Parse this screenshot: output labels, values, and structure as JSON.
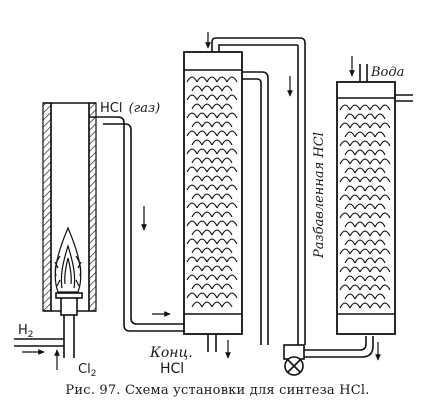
{
  "labels": {
    "hcl_gas_prefix": "HCl",
    "hcl_gas_suffix": "(газ)",
    "h2_main": "H",
    "h2_sub": "2",
    "cl2_main": "Cl",
    "cl2_sub": "2",
    "conc_line1": "Конц.",
    "conc_line2": "HCl",
    "dilute_vertical": "Разбавленная HCl",
    "water": "Вода"
  },
  "caption": "Рис. 97. Схема установки для синтеза HCl."
}
